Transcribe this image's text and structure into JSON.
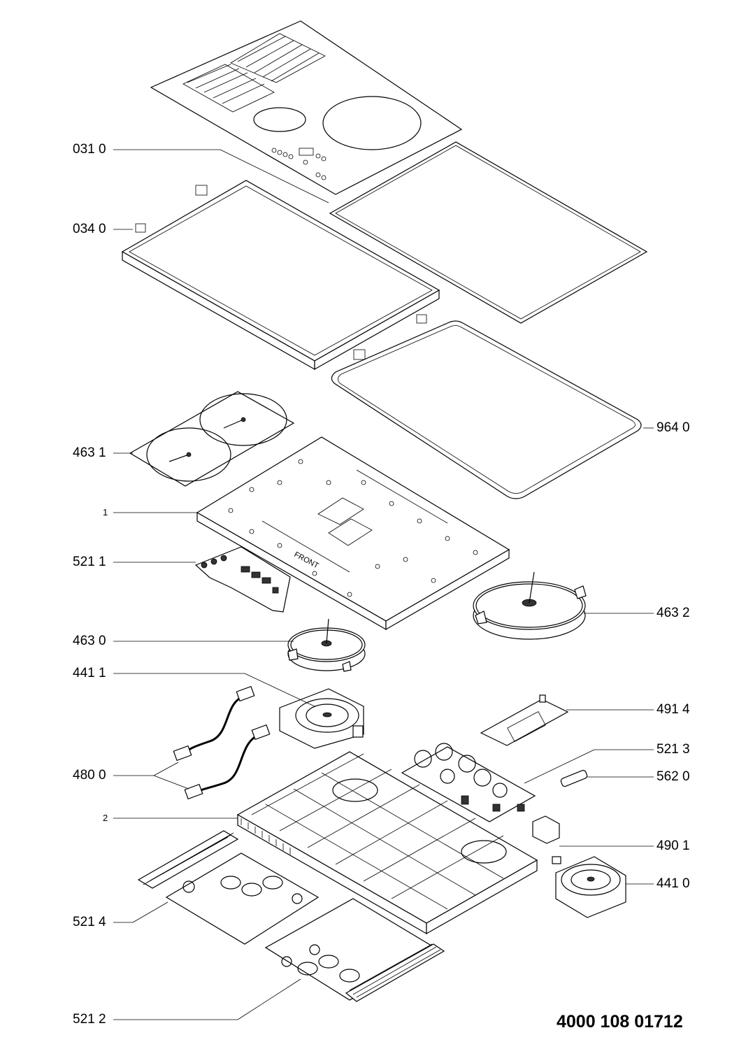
{
  "diagram": {
    "document_number": "4000 108 01712",
    "parts": [
      {
        "id": "p0310",
        "label": "031 0"
      },
      {
        "id": "p0340",
        "label": "034 0"
      },
      {
        "id": "p9640",
        "label": "964 0"
      },
      {
        "id": "p4631",
        "label": "463 1"
      },
      {
        "id": "p1",
        "label": "1"
      },
      {
        "id": "p5211",
        "label": "521 1"
      },
      {
        "id": "p4632",
        "label": "463 2"
      },
      {
        "id": "p4630",
        "label": "463 0"
      },
      {
        "id": "p4411",
        "label": "441 1"
      },
      {
        "id": "p4914",
        "label": "491 4"
      },
      {
        "id": "p5213",
        "label": "521 3"
      },
      {
        "id": "p4800",
        "label": "480 0"
      },
      {
        "id": "p5620",
        "label": "562 0"
      },
      {
        "id": "p2",
        "label": "2"
      },
      {
        "id": "p4901",
        "label": "490 1"
      },
      {
        "id": "p4410",
        "label": "441 0"
      },
      {
        "id": "p5214",
        "label": "521 4"
      },
      {
        "id": "p5212",
        "label": "521 2"
      }
    ]
  }
}
